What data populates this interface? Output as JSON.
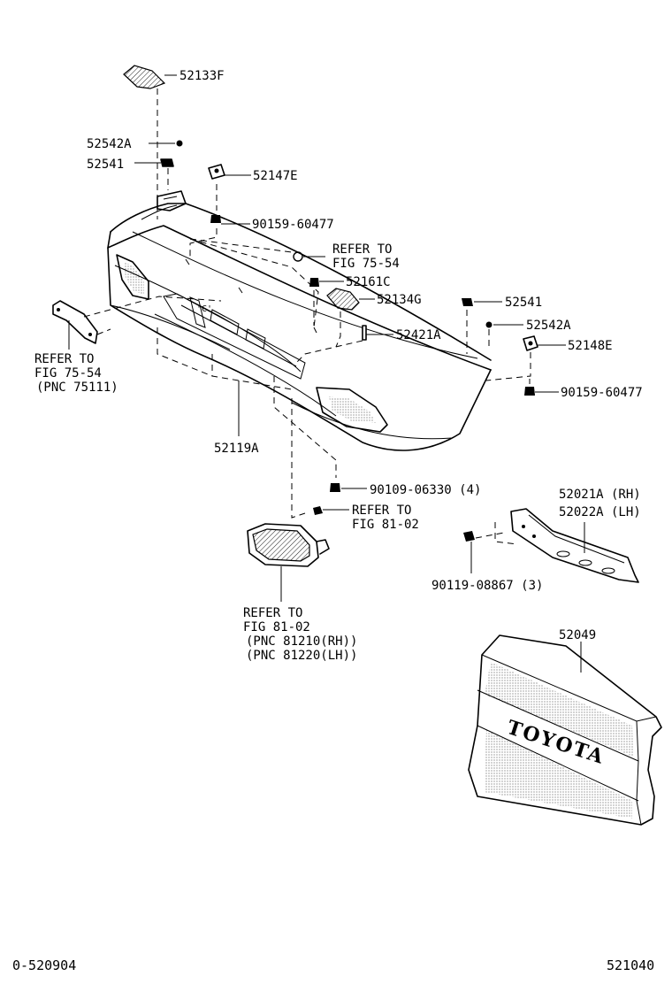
{
  "labels": {
    "p52133F": "52133F",
    "p52542A_top": "52542A",
    "p52541_top": "52541",
    "p52147E": "52147E",
    "p90159_top": "90159-60477",
    "refer_top_1": "REFER TO",
    "refer_top_2": "FIG 75-54",
    "p52161C": "52161C",
    "p52134G": "52134G",
    "p52541_right": "52541",
    "p52542A_right": "52542A",
    "p52421A": "52421A",
    "p52148E": "52148E",
    "p90159_right": "90159-60477",
    "refer_left_1": "REFER TO",
    "refer_left_2": "FIG 75-54",
    "refer_left_3": "(PNC 75111)",
    "p52119A": "52119A",
    "p90109": "90109-06330 (4)",
    "refer_mid_1": "REFER TO",
    "refer_mid_2": "FIG 81-02",
    "p52021A": "52021A (RH)",
    "p52022A": "52022A (LH)",
    "p90119": "90119-08867 (3)",
    "refer_lamp_1": "REFER TO",
    "refer_lamp_2": "FIG 81-02",
    "refer_lamp_3": "(PNC 81210(RH))",
    "refer_lamp_4": "(PNC 81220(LH))",
    "p52049": "52049",
    "pad_text": "TOYOTA"
  },
  "footer": {
    "left_code": "0-520904",
    "right_code": "521040"
  }
}
